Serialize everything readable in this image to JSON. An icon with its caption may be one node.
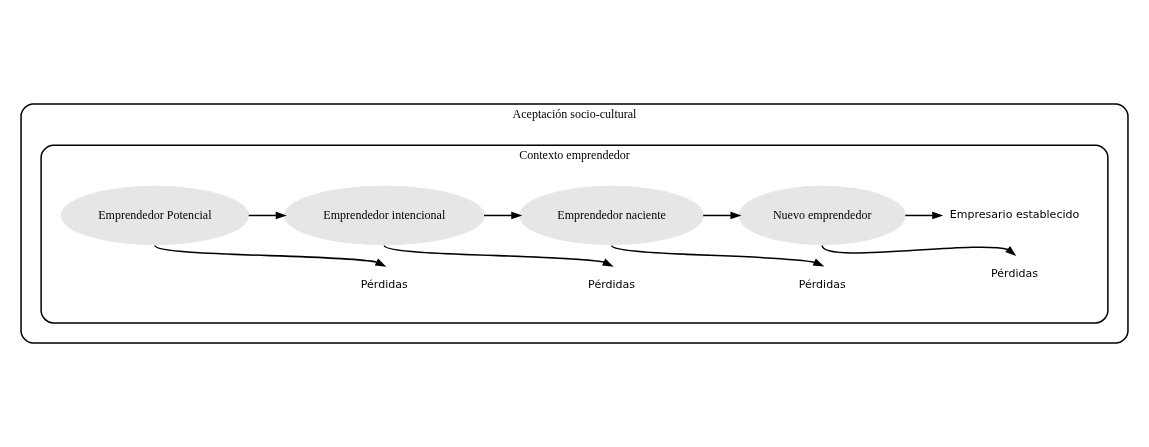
{
  "diagram": {
    "nodes": [
      {
        "text": [
          "Aceptación socio-cultural"
        ]
      },
      {
        "text": [
          "Contexto emprendedor"
        ],
        "in": 0
      },
      {
        "text": [
          "Emprendedor Potencial"
        ],
        "in": 1
      },
      {
        "text": [
          "Emprendedor intencional"
        ],
        "in": 1
      },
      {
        "text": [
          "Emprendedor naciente"
        ],
        "in": 1
      },
      {
        "text": [
          "Nuevo emprendedor"
        ],
        "in": 1
      },
      {
        "text": [
          "Empresario establecido"
        ],
        "in": 1
      },
      {
        "text": [
          "Pérdidas"
        ],
        "in": 1
      },
      {
        "text": [
          "Pérdidas"
        ],
        "in": 1
      },
      {
        "text": [
          "Pérdidas"
        ],
        "in": 1
      },
      {
        "text": [
          "Pérdidas"
        ],
        "in": 1
      }
    ],
    "edges": [
      {
        "from": 2,
        "to": 3,
        "arrow": "to"
      },
      {
        "from": 2,
        "to": 7,
        "arrow": "to"
      },
      {
        "from": 3,
        "to": 4,
        "arrow": "to"
      },
      {
        "from": 3,
        "to": 8,
        "arrow": "to"
      },
      {
        "from": 4,
        "to": 5,
        "arrow": "to"
      },
      {
        "from": 4,
        "to": 9,
        "arrow": "to"
      },
      {
        "from": 5,
        "to": 6,
        "arrow": "to"
      },
      {
        "from": 5,
        "to": 10,
        "arrow": "to"
      }
    ]
  }
}
